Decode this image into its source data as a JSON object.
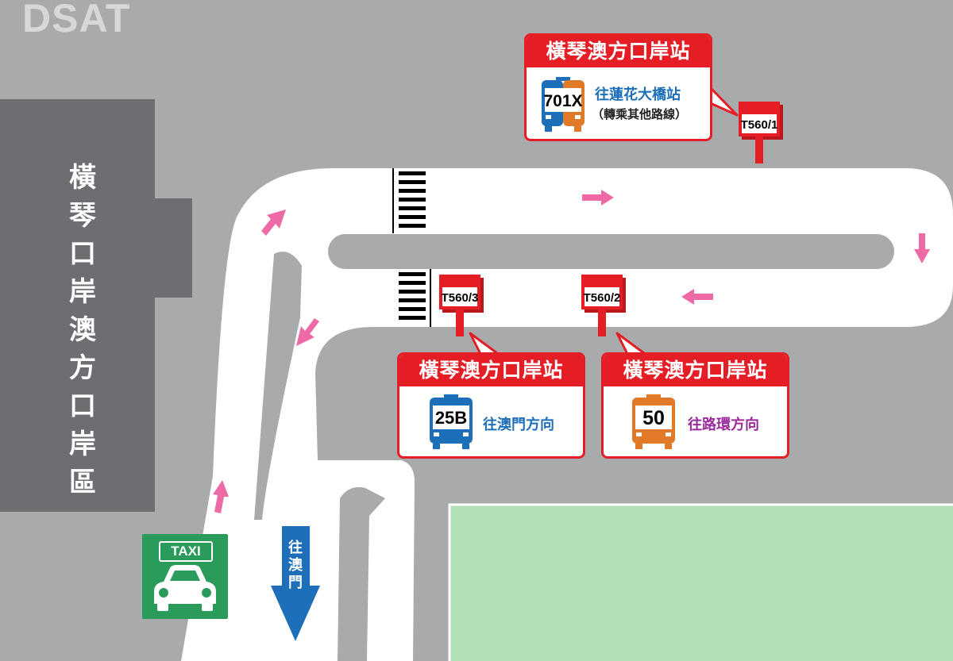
{
  "logo": "DSAT",
  "terminal_label": "橫琴口岸澳方口岸區",
  "colors": {
    "background": "#a9aaac",
    "building": "#6d6e71",
    "road": "#ffffff",
    "green_area": "#b3dfb8",
    "accent_red": "#e51e25",
    "arrow_pink": "#ee6aa7",
    "arrow_blue": "#1d6fba",
    "taxi_green": "#2a9b5b"
  },
  "stops": {
    "t1": {
      "sign": "T560/1",
      "callout_title": "橫琴澳方口岸站",
      "bus_route": "701X",
      "route_text": "往蓮花大橋站",
      "route_subtext": "（轉乘其他路線）",
      "text_color": "#1d6fba"
    },
    "t3": {
      "sign": "T560/3",
      "callout_title": "橫琴澳方口岸站",
      "bus_route": "25B",
      "route_text": "往澳門方向",
      "text_color": "#1d6fba"
    },
    "t2": {
      "sign": "T560/2",
      "callout_title": "橫琴澳方口岸站",
      "bus_route": "50",
      "route_text": "往路環方向",
      "text_color": "#9b2a9c"
    }
  },
  "taxi": {
    "label": "TAXI"
  },
  "direction_macau": "往澳門"
}
